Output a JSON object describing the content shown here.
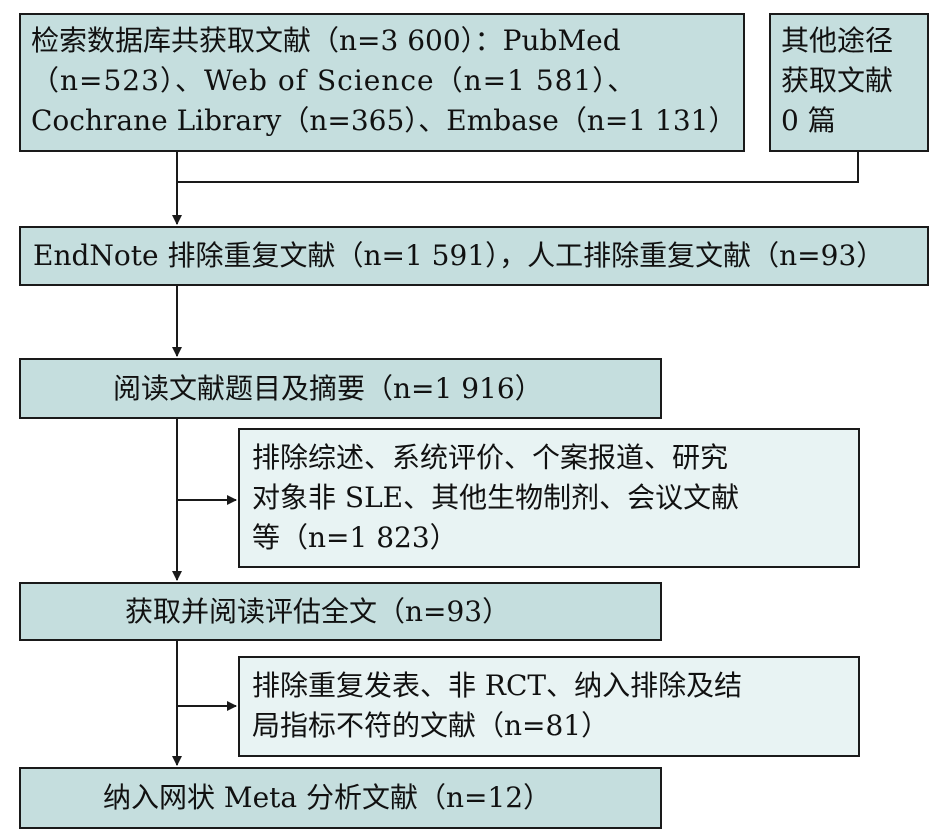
{
  "search_box": {
    "lines": [
      "检索数据库共获取文献（n=3 600）：PubMed",
      "（n=523）、Web of Science（n=1 581）、",
      "Cochrane Library（n=365）、Embase（n=1 131）"
    ]
  },
  "other_sources_box": {
    "lines": [
      "其他途径",
      "获取文献",
      "0 篇"
    ]
  },
  "dedup_box": {
    "text": "EndNote 排除重复文献（n=1 591），人工排除重复文献（n=93）"
  },
  "screen_box": {
    "text": "阅读文献题目及摘要（n=1 916）"
  },
  "exclude1_box": {
    "lines": [
      "排除综述、系统评价、个案报道、研究",
      "对象非 SLE、其他生物制剂、会议文献",
      "等（n=1 823）"
    ]
  },
  "fulltext_box": {
    "text": "获取并阅读评估全文（n=93）"
  },
  "exclude2_box": {
    "lines": [
      "排除重复发表、非 RCT、纳入排除及结",
      "局指标不符的文献（n=81）"
    ]
  },
  "included_box": {
    "text": "纳入网状 Meta 分析文献（n=12）"
  },
  "colors": {
    "main_box_fill": "#c5dede",
    "side_box_fill": "#e8f3f3",
    "line": "#1a1a1a"
  }
}
